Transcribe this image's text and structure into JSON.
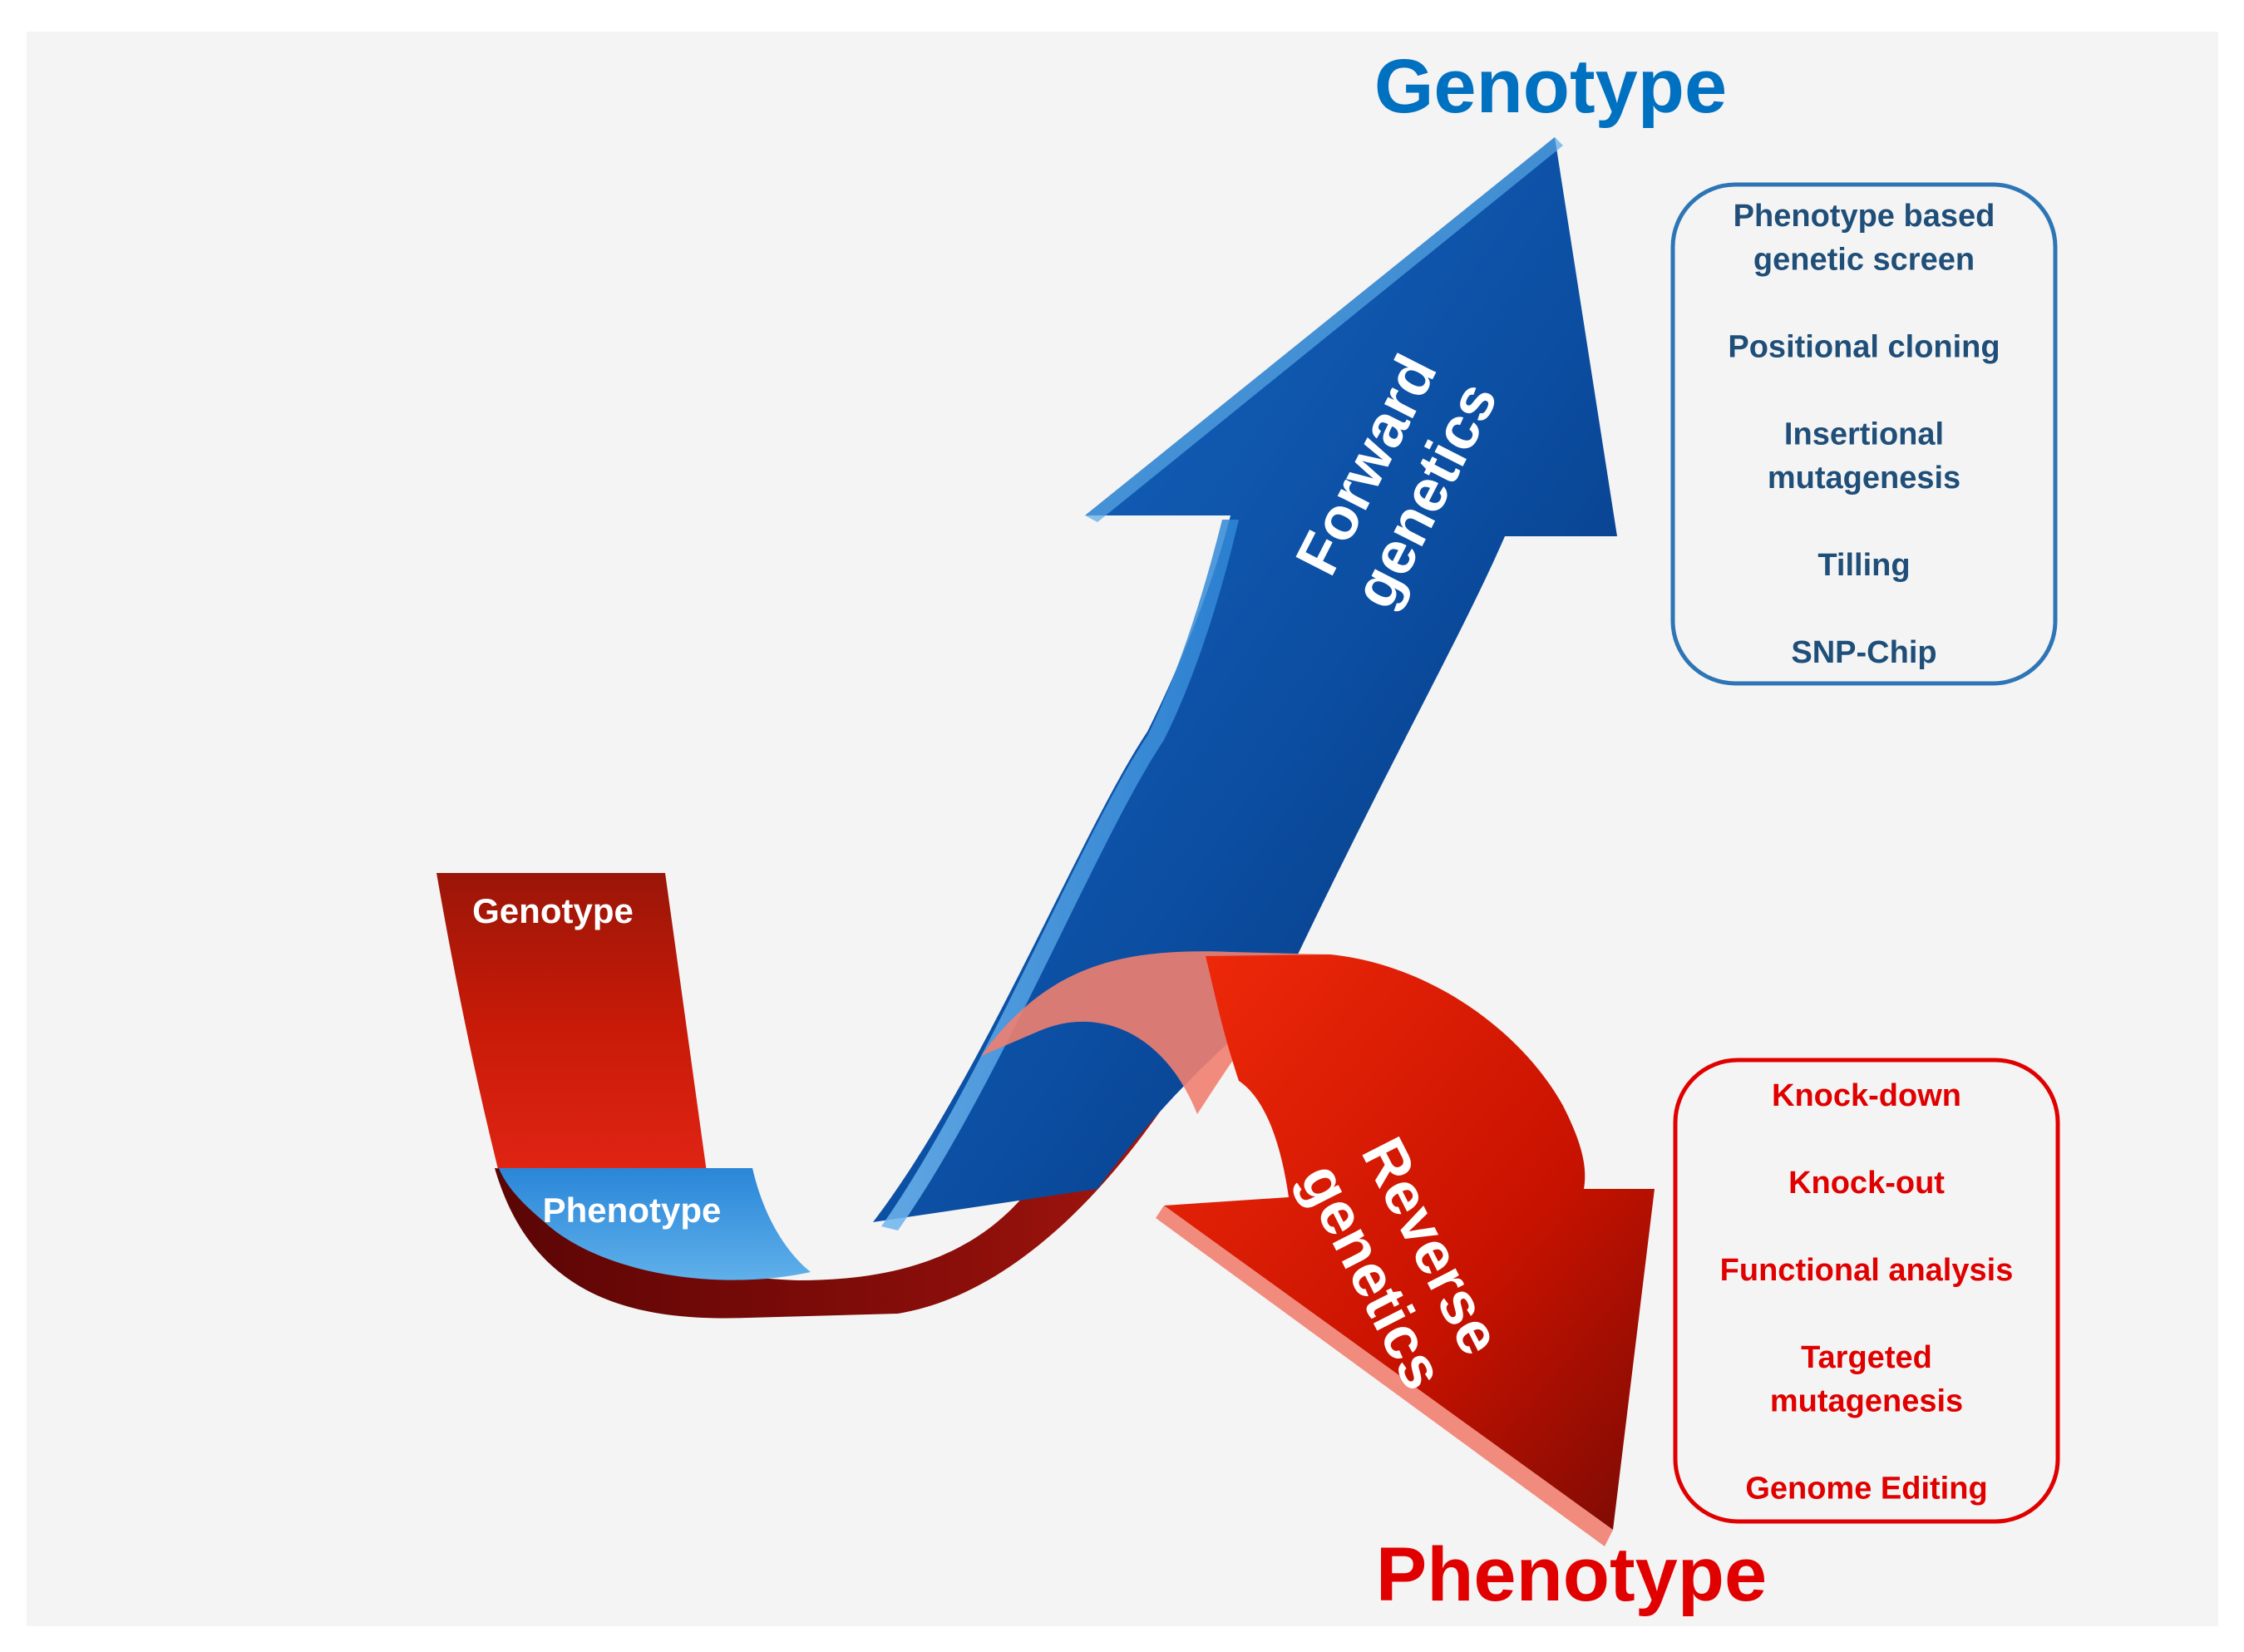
{
  "title_top": "Genotype",
  "title_bottom": "Phenotype",
  "ribbon": {
    "start_label": "Genotype",
    "underside_label": "Phenotype"
  },
  "forward": {
    "line1": "Forward",
    "line2": "genetics",
    "methods": [
      [
        "Phenotype based",
        "genetic screen"
      ],
      [
        "Positional cloning"
      ],
      [
        "Insertional",
        "mutagenesis"
      ],
      [
        "Tilling"
      ],
      [
        "SNP-Chip"
      ]
    ]
  },
  "reverse": {
    "line1": "Reverse",
    "line2": "genetics",
    "methods": [
      [
        "Knock-down"
      ],
      [
        "Knock-out"
      ],
      [
        "Functional analysis"
      ],
      [
        "Targeted",
        "mutagenesis"
      ],
      [
        "Genome Editing"
      ]
    ]
  },
  "colors": {
    "forward_text": "#1f4e79",
    "reverse_text": "#e00000",
    "title_blue": "#0070c0",
    "title_red": "#e00000",
    "arrow_blue": "#0b4ea2",
    "arrow_red": "#d41400"
  }
}
